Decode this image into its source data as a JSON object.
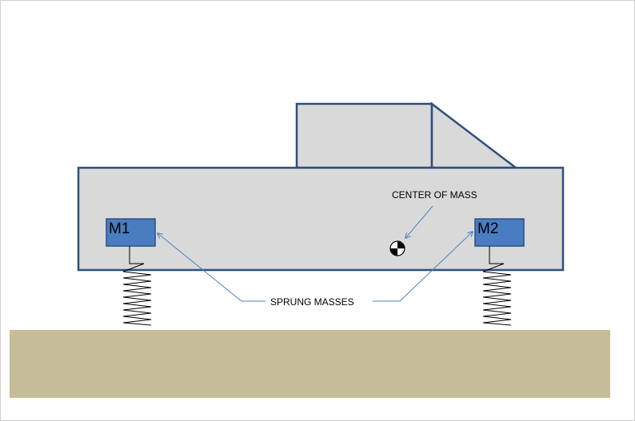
{
  "diagram": {
    "masses": [
      {
        "id": "M1",
        "label": "M1"
      },
      {
        "id": "M2",
        "label": "M2"
      }
    ],
    "annotations": {
      "center_of_mass": "CENTER OF MASS",
      "sprung_masses": "SPRUNG MASSES"
    },
    "colors": {
      "body_fill": "#d9d9d9",
      "outline": "#2e4f7e",
      "mass_fill": "#4a7cc1",
      "ground": "#c4bd97",
      "arrow": "#4f81bd",
      "spring": "#000000"
    }
  }
}
